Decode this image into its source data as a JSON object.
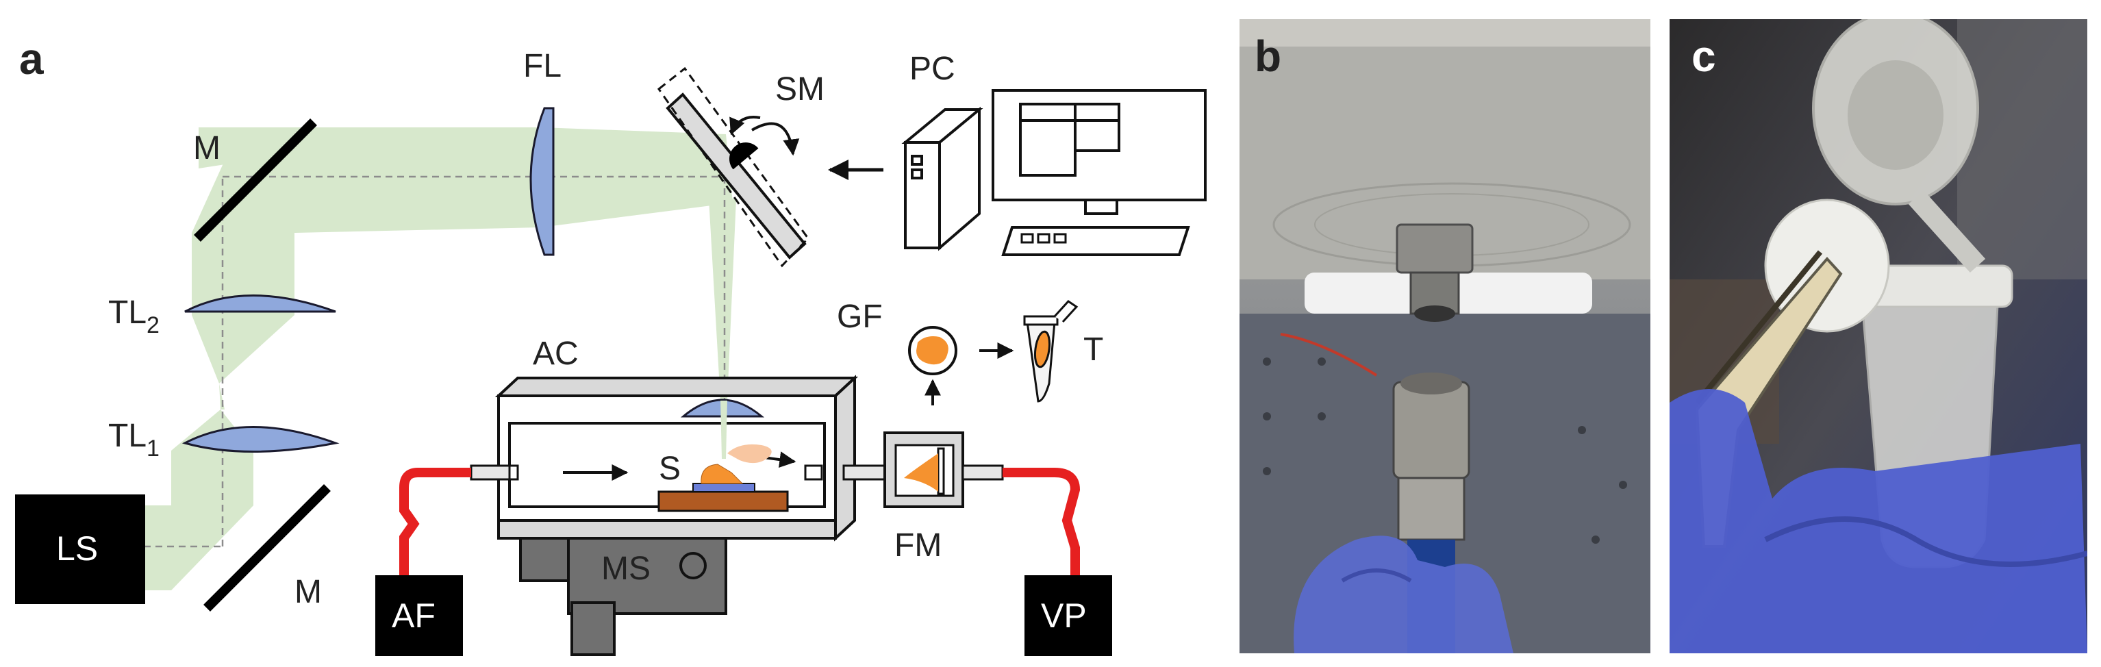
{
  "panels": {
    "a": "a",
    "b": "b",
    "c": "c"
  },
  "labels": {
    "FL": "FL",
    "SM": "SM",
    "PC": "PC",
    "M_top": "M",
    "M_bottom": "M",
    "TL2_main": "TL",
    "TL2_sub": "2",
    "TL1_main": "TL",
    "TL1_sub": "1",
    "LS": "LS",
    "AC": "AC",
    "S": "S",
    "GF": "GF",
    "T": "T",
    "FM": "FM",
    "MS": "MS",
    "AF": "AF",
    "VP": "VP"
  },
  "colors": {
    "beam": "#d7e8cc",
    "lens": "#8fa8dc",
    "tube": "#e62020",
    "sample": "#f5922f",
    "chamber": "#d9d9d9",
    "stage": "#b05a22",
    "stand": "#707070",
    "photo_b": "#7c7f86",
    "photo_c": "#3d4560"
  },
  "icons": {
    "photo_b": "vacuum-fitting-photo",
    "photo_c": "tweezers-filter-tube-photo"
  }
}
